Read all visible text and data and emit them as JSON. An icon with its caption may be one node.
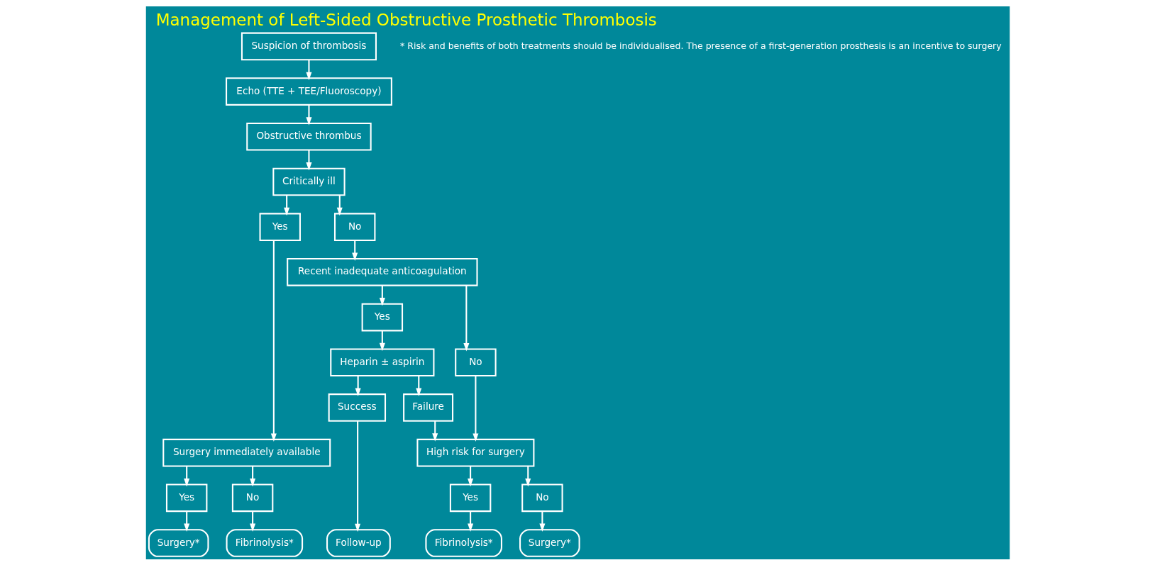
{
  "diagram": {
    "title": "Management of Left-Sided Obstructive Prosthetic Thrombosis",
    "nodes": [
      {
        "text": [
          "Suspicion of thrombosis"
        ]
      },
      {
        "text": [
          "Echo (TTE + TEE/Fluoroscopy)"
        ]
      },
      {
        "text": [
          "Obstructive thrombus"
        ]
      },
      {
        "text": [
          "Critically ill"
        ]
      },
      {
        "text": [
          "Yes"
        ]
      },
      {
        "text": [
          "No"
        ]
      },
      {
        "text": [
          "Surgery immediately available"
        ]
      },
      {
        "text": [
          "Recent inadequate anticoagulation"
        ]
      },
      {
        "text": [
          "Yes"
        ]
      },
      {
        "text": [
          "No"
        ]
      },
      {
        "text": [
          "Yes"
        ]
      },
      {
        "text": [
          "No"
        ]
      },
      {
        "text": [
          "Heparin ± aspirin"
        ]
      },
      {
        "text": [
          "Success"
        ]
      },
      {
        "text": [
          "Failure"
        ]
      },
      {
        "text": [
          "High risk for surgery"
        ]
      },
      {
        "text": [
          "Yes"
        ]
      },
      {
        "text": [
          "No"
        ]
      },
      {
        "text": [
          "Surgery*"
        ]
      },
      {
        "text": [
          "Fibrinolysis*"
        ]
      },
      {
        "text": [
          "Follow-up"
        ]
      },
      {
        "text": [
          "Fibrinolysis*"
        ]
      },
      {
        "text": [
          "Surgery*"
        ]
      }
    ],
    "edges": [
      {
        "from": 0,
        "to": 1,
        "arrow": "to"
      },
      {
        "from": 1,
        "to": 2,
        "arrow": "to"
      },
      {
        "from": 2,
        "to": 3,
        "arrow": "to"
      },
      {
        "from": 3,
        "to": 4,
        "arrow": "to"
      },
      {
        "from": 3,
        "to": 5,
        "arrow": "to"
      },
      {
        "from": 4,
        "to": 6,
        "arrow": "to"
      },
      {
        "from": 5,
        "to": 7,
        "arrow": "to"
      },
      {
        "from": 6,
        "to": 8,
        "arrow": "to"
      },
      {
        "from": 6,
        "to": 9,
        "arrow": "to"
      },
      {
        "from": 7,
        "to": 10,
        "arrow": "to"
      },
      {
        "from": 7,
        "to": 11,
        "arrow": "to"
      },
      {
        "from": 10,
        "to": 12,
        "arrow": "to"
      },
      {
        "from": 12,
        "to": 13,
        "arrow": "to"
      },
      {
        "from": 12,
        "to": 14,
        "arrow": "to"
      },
      {
        "from": 14,
        "to": 15,
        "arrow": "to"
      },
      {
        "from": 11,
        "to": 15,
        "arrow": "to"
      },
      {
        "from": 15,
        "to": 16,
        "arrow": "to"
      },
      {
        "from": 15,
        "to": 17,
        "arrow": "to"
      },
      {
        "from": 8,
        "to": 18,
        "arrow": "to"
      },
      {
        "from": 9,
        "to": 19,
        "arrow": "to"
      },
      {
        "from": 13,
        "to": 20,
        "arrow": "to"
      },
      {
        "from": 16,
        "to": 21,
        "arrow": "to"
      },
      {
        "from": 17,
        "to": 22,
        "arrow": "to"
      }
    ],
    "labels": [
      "* Risk and benefits of both treatments should be individualised. The presence of a first-generation prosthesis is an incentive to surgery"
    ]
  }
}
